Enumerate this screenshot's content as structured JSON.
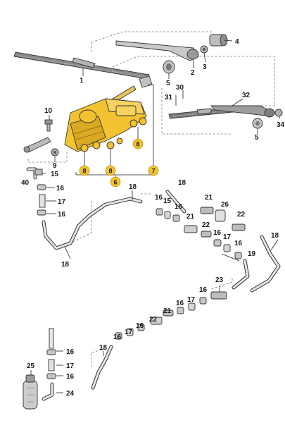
{
  "labels": {
    "1": "1",
    "2": "2",
    "3": "3",
    "4": "4",
    "5": "5",
    "6": "6",
    "7": "7",
    "8": "8",
    "9": "9",
    "10": "10",
    "15": "15",
    "16": "16",
    "17": "17",
    "18": "18",
    "19": "19",
    "21": "21",
    "22": "22",
    "23": "23",
    "24": "24",
    "25": "25",
    "26": "26",
    "30": "30",
    "31": "31",
    "32": "32",
    "34": "34",
    "40": "40"
  },
  "colors": {
    "highlight": "#f2c230",
    "highlight_dark": "#c8961a",
    "part_light": "#d6d6d6",
    "part_mid": "#a9a9a9",
    "part_dark": "#6b6b6b"
  },
  "icons": [
    "wiper-blade",
    "wiper-arm",
    "wiper-motor",
    "washer-pump",
    "hose",
    "connector",
    "nozzle"
  ]
}
